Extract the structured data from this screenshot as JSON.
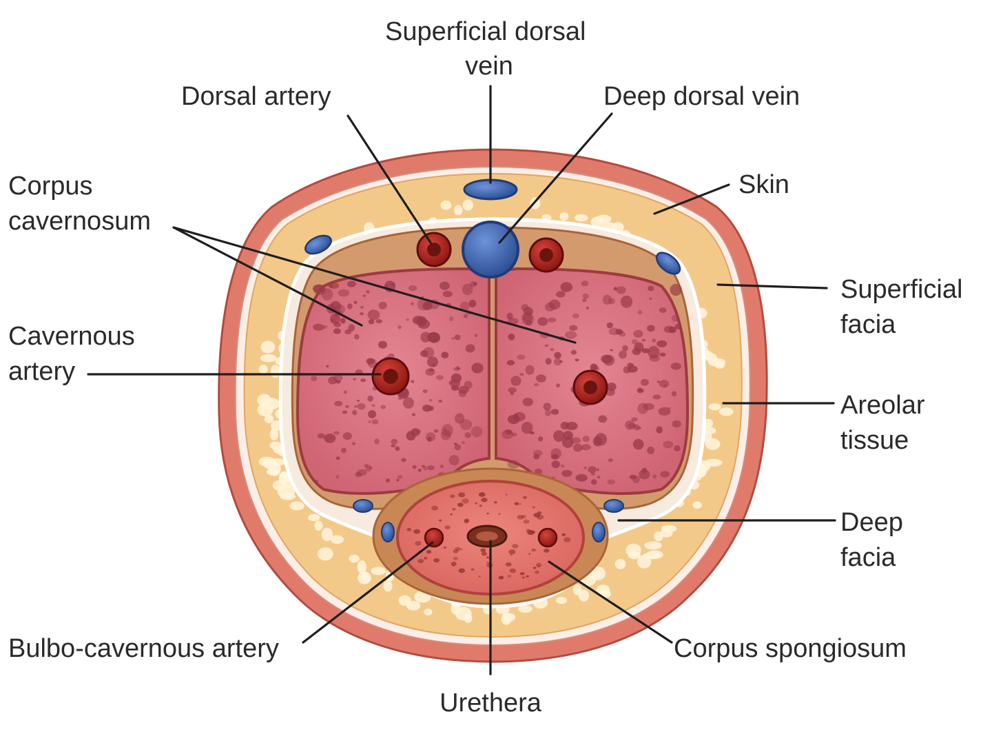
{
  "labels": {
    "superficial_dorsal_vein": [
      "Superficial dorsal",
      "vein"
    ],
    "dorsal_artery": [
      "Dorsal artery"
    ],
    "deep_dorsal_vein": [
      "Deep dorsal vein"
    ],
    "skin": [
      "Skin"
    ],
    "corpus_cavernosum": [
      "Corpus",
      "cavernosum"
    ],
    "superficial_facia": [
      "Superficial",
      "facia"
    ],
    "cavernous_artery": [
      "Cavernous",
      "artery"
    ],
    "areolar_tissue": [
      "Areolar",
      "tissue"
    ],
    "deep_facia": [
      "Deep",
      "facia"
    ],
    "bulbo_cavernous_artery": [
      "Bulbo-cavernous artery"
    ],
    "corpus_spongiosum": [
      "Corpus spongiosum"
    ],
    "urethera": [
      "Urethera"
    ]
  },
  "colors": {
    "skin": "#e07b6c",
    "skin_edge": "#b44a3d",
    "areolar_fat": "#f3c98a",
    "fat_globule": "#fff4dc",
    "fascia_line": "#fbeee6",
    "deep_fascia": "#c98755",
    "cavernosum_fill": "#d8707f",
    "cavernosum_edge": "#9c3b3f",
    "spongiosum_fill": "#e0746c",
    "sinus": "#9a3a4a",
    "artery": "#b3231c",
    "artery_core": "#5b0d0c",
    "vein": "#3a64ad",
    "vein_core": "#1e3b78",
    "leader": "#1e1e1e",
    "text": "#2a2a2a"
  }
}
